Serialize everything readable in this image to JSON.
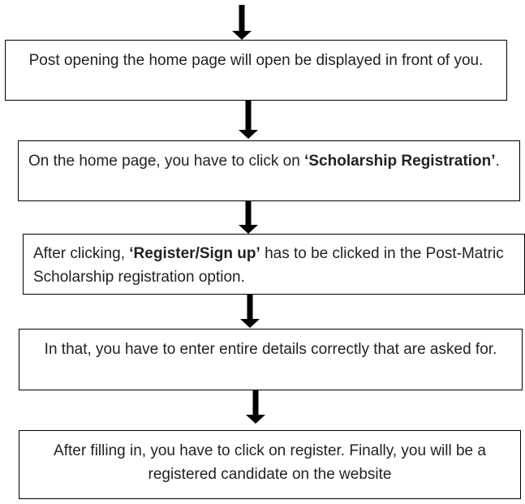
{
  "steps": [
    {
      "text": "Post opening the home page will open be displayed in front of you."
    },
    {
      "before": "On the home page, you have to click on ",
      "bold": "‘Scholarship Registration’",
      "after": "."
    },
    {
      "before": "After clicking, ",
      "bold": "‘Register/Sign up’",
      "after": " has to be clicked in the Post-Matric Scholarship registration option."
    },
    {
      "text": "In that, you have to enter entire details correctly that are asked for."
    },
    {
      "text": "After filling in, you have to click on register. Finally, you will be a registered candidate on the website"
    }
  ]
}
